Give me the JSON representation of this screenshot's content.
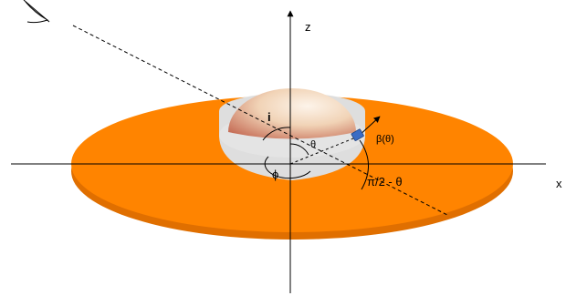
{
  "labels": {
    "z_axis": "z",
    "x_axis": "x",
    "inclination": "i",
    "polar_angle": "θ",
    "azimuth": "ϕ",
    "beta": "β(θ)",
    "complement": "π/2 - θ"
  },
  "colors": {
    "disk_top": "#ff8400",
    "disk_edge": "#e06f00",
    "inner_gap": "#dedede",
    "sphere_light": "#fdf4ea",
    "sphere_dark": "#c0604a",
    "marker": "#3b6cc4",
    "axes": "#000000"
  }
}
